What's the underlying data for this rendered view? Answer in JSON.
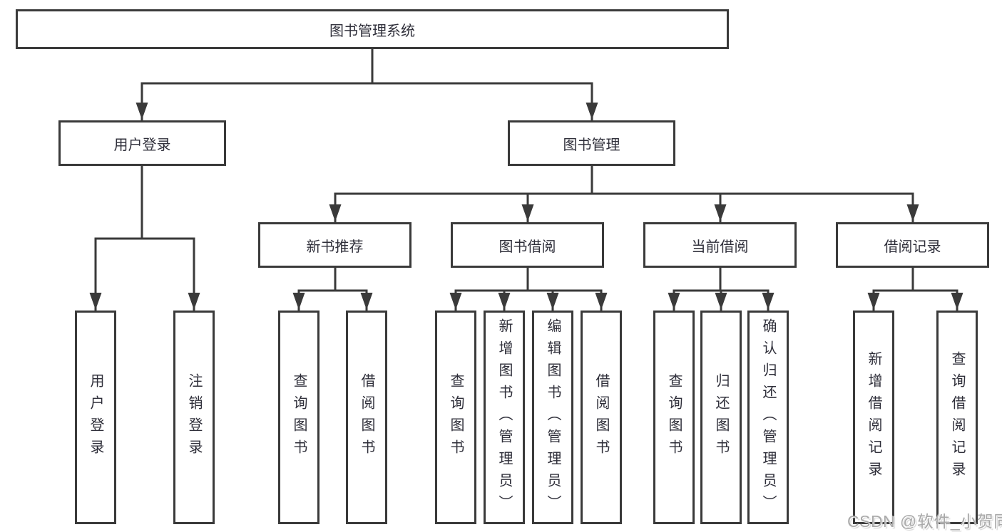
{
  "diagram": {
    "type": "functional-structure-tree",
    "root": {
      "label": "图书管理系统"
    },
    "branches": [
      {
        "label": "用户登录",
        "children": [
          {
            "label": "用户登录"
          },
          {
            "label": "注销登录"
          }
        ]
      },
      {
        "label": "图书管理",
        "sections": [
          {
            "label": "新书推荐",
            "children": [
              {
                "label": "查询图书"
              },
              {
                "label": "借阅图书"
              }
            ]
          },
          {
            "label": "图书借阅",
            "children": [
              {
                "label": "查询图书"
              },
              {
                "label": "新增图书（管理员）"
              },
              {
                "label": "编辑图书（管理员）"
              },
              {
                "label": "借阅图书"
              }
            ]
          },
          {
            "label": "当前借阅",
            "children": [
              {
                "label": "查询图书"
              },
              {
                "label": "归还图书"
              },
              {
                "label": "确认归还（管理员）"
              }
            ]
          },
          {
            "label": "借阅记录",
            "children": [
              {
                "label": "新增借阅记录"
              },
              {
                "label": "查询借阅记录"
              }
            ]
          }
        ]
      }
    ]
  },
  "watermark": {
    "text": "CSDN @软件_小贺同学"
  },
  "colors": {
    "line": "#3a3a3a",
    "box_border": "#3a3a3a",
    "text": "#2f2f3a",
    "background": "#ffffff",
    "watermark": "#a9a9a9"
  }
}
